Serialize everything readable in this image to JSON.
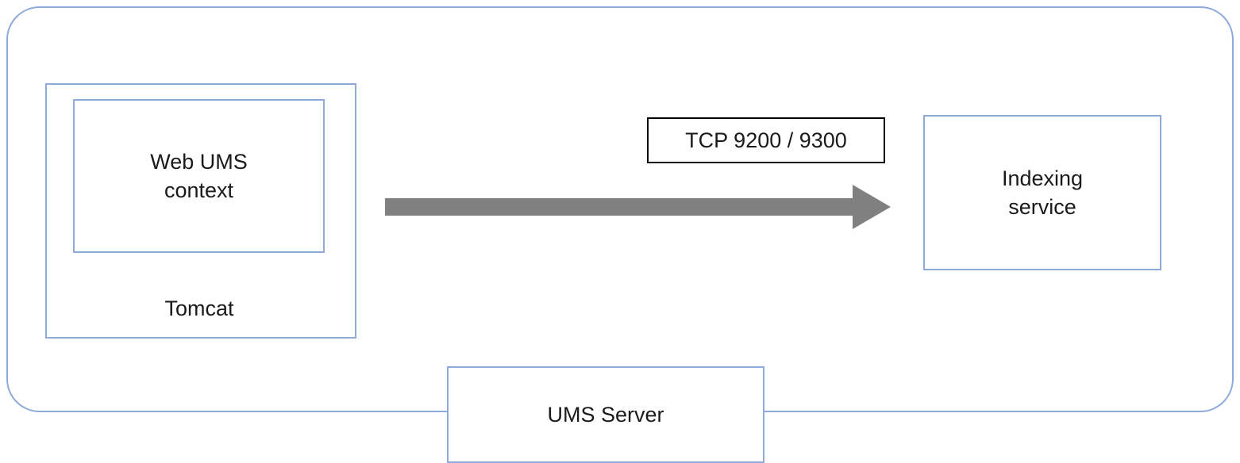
{
  "diagram": {
    "type": "architecture-diagram",
    "nodes": {
      "web_ums_context": {
        "label": "Web UMS\ncontext"
      },
      "tomcat": {
        "label": "Tomcat"
      },
      "indexing_service": {
        "label": "Indexing\nservice"
      },
      "ums_server": {
        "label": "UMS Server"
      }
    },
    "edge": {
      "label": "TCP 9200 / 9300",
      "direction": "left-to-right",
      "from": "tomcat",
      "to": "indexing_service"
    },
    "colors": {
      "box_border": "#8EAADB",
      "edge_label_border": "#000000",
      "arrow": "#808080",
      "text": "#1a1a1a",
      "background": "#ffffff"
    }
  }
}
